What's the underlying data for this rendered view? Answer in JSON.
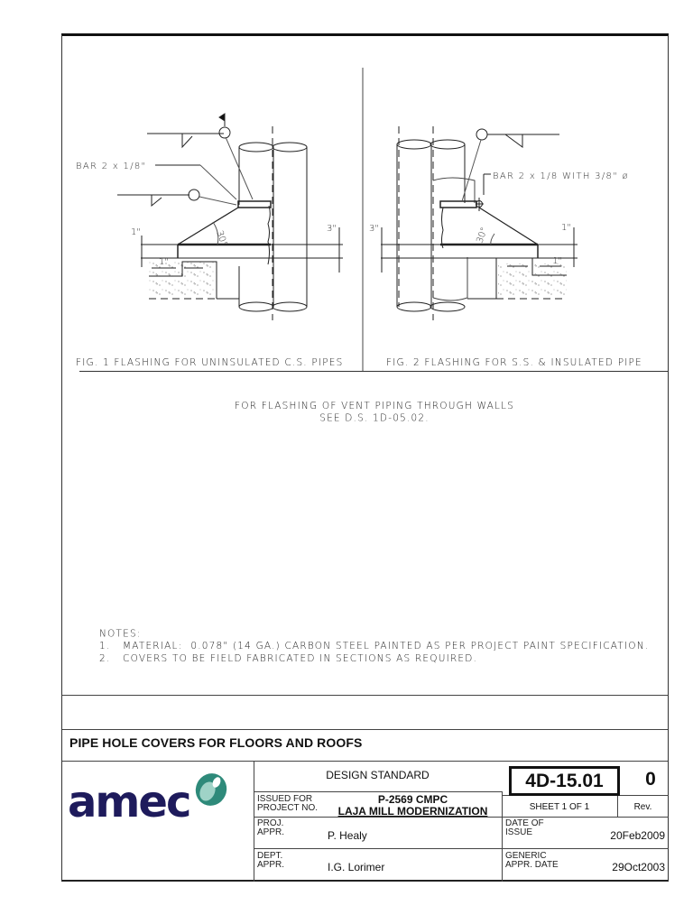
{
  "figures": {
    "fig1": {
      "caption": "FIG. 1  FLASHING FOR UNINSULATED C.S. PIPES",
      "bar_label": "BAR 2 x 1/8\"",
      "angle_label": "30°",
      "offset_label": "1\"",
      "height_label": "1\"",
      "depth_label": "3\""
    },
    "fig2": {
      "caption": "FIG. 2  FLASHING FOR S.S. & INSULATED PIPE",
      "bar_label": "BAR 2 x 1/8 WITH 3/8\" ø",
      "angle_label": "30°",
      "offset_label": "1\"",
      "height_label": "1\"",
      "depth_label": "3\""
    }
  },
  "vent_note": {
    "line1": "FOR FLASHING OF VENT PIPING THROUGH WALLS",
    "line2": "SEE D.S. 1D-05.02."
  },
  "notes": {
    "heading": "NOTES:",
    "items": [
      "1.   MATERIAL:  0.078\" (14 GA.) CARBON STEEL PAINTED AS PER PROJECT PAINT SPECIFICATION.",
      "2.   COVERS TO BE FIELD FABRICATED IN SECTIONS AS REQUIRED."
    ]
  },
  "title_block": {
    "title": "PIPE HOLE COVERS FOR FLOORS AND ROOFS",
    "logo": {
      "text": "amec",
      "text_color": "#1e1b5c",
      "mark_color": "#2e8a7a"
    },
    "design_standard_label": "DESIGN STANDARD",
    "doc_number": "4D-15.01",
    "revision": "0",
    "issued_for_label_1": "ISSUED FOR",
    "issued_for_label_2": "PROJECT NO.",
    "project_no": "P-2569 CMPC",
    "project_name": "LAJA MILL MODERNIZATION",
    "sheet": "SHEET 1 OF 1",
    "rev_label": "Rev.",
    "proj_appr_label_1": "PROJ.",
    "proj_appr_label_2": "APPR.",
    "proj_appr_value": "P. Healy",
    "date_issue_label_1": "DATE OF",
    "date_issue_label_2": "ISSUE",
    "date_issue_value": "20Feb2009",
    "dept_appr_label_1": "DEPT.",
    "dept_appr_label_2": "APPR.",
    "dept_appr_value": "I.G. Lorimer",
    "generic_label_1": "GENERIC",
    "generic_label_2": "APPR. DATE",
    "generic_value": "29Oct2003"
  }
}
